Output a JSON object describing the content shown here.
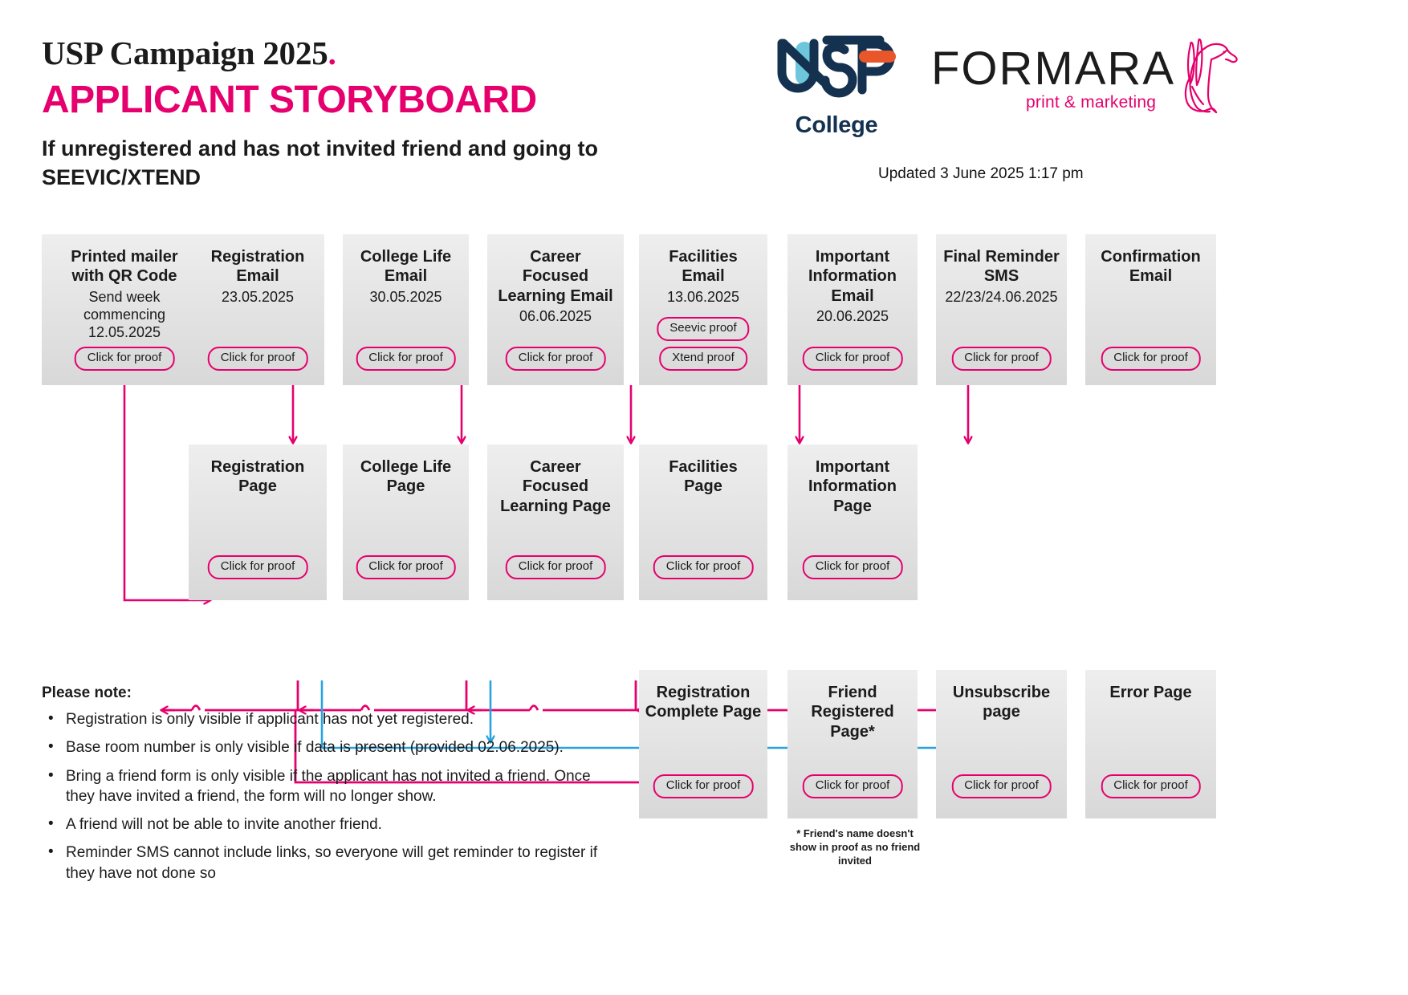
{
  "header": {
    "line1": "USP Campaign 2025",
    "line1_dot": ".",
    "line2": "APPLICANT STORYBOARD",
    "line3": "If unregistered and has not invited friend and going to SEEVIC/XTEND",
    "updated": "Updated 3 June 2025 1:17 pm"
  },
  "logos": {
    "usp": {
      "word": "College",
      "navy": "#14324f",
      "lightblue": "#6ec6dd",
      "orange": "#e8562a"
    },
    "formara": {
      "word": "FORMARA",
      "tagline": "print & marketing",
      "pink": "#e6006e",
      "black": "#1c1c1c"
    }
  },
  "colors": {
    "pink": "#e6006e",
    "blue": "#29a3e0",
    "card_bg": "#e4e4e4",
    "text": "#1b1b1b"
  },
  "row1": [
    {
      "title": "Printed mailer\nwith QR Code",
      "sub": "Send week\ncommencing\n12.05.2025",
      "buttons": [
        "Click for proof"
      ]
    },
    {
      "title": "Registration\nEmail",
      "sub": "23.05.2025",
      "buttons": [
        "Click for proof"
      ]
    },
    {
      "title": "College Life\nEmail",
      "sub": "30.05.2025",
      "buttons": [
        "Click for proof"
      ]
    },
    {
      "title": "Career\nFocused\nLearning Email",
      "sub": "06.06.2025",
      "buttons": [
        "Click for proof"
      ]
    },
    {
      "title": "Facilities\nEmail",
      "sub": "13.06.2025",
      "buttons": [
        "Seevic proof",
        "Xtend proof"
      ]
    },
    {
      "title": "Important\nInformation\nEmail",
      "sub": "20.06.2025",
      "buttons": [
        "Click for proof"
      ]
    },
    {
      "title": "Final Reminder\nSMS",
      "sub": "22/23/24.06.2025",
      "buttons": [
        "Click for proof"
      ]
    },
    {
      "title": "Confirmation\nEmail",
      "sub": "",
      "buttons": [
        "Click for proof"
      ]
    }
  ],
  "row2": [
    {
      "title": "Registration\nPage",
      "sub": "",
      "buttons": [
        "Click for proof"
      ]
    },
    {
      "title": "College Life\nPage",
      "sub": "",
      "buttons": [
        "Click for proof"
      ]
    },
    {
      "title": "Career\nFocused\nLearning Page",
      "sub": "",
      "buttons": [
        "Click for proof"
      ]
    },
    {
      "title": "Facilities\nPage",
      "sub": "",
      "buttons": [
        "Click for proof"
      ]
    },
    {
      "title": "Important\nInformation\nPage",
      "sub": "",
      "buttons": [
        "Click for proof"
      ]
    }
  ],
  "row3": [
    {
      "title": "Registration\nComplete Page",
      "sub": "",
      "buttons": [
        "Click for proof"
      ]
    },
    {
      "title": "Friend\nRegistered\nPage*",
      "sub": "",
      "buttons": [
        "Click for proof"
      ]
    },
    {
      "title": "Unsubscribe\npage",
      "sub": "",
      "buttons": [
        "Click for proof"
      ]
    },
    {
      "title": "Error Page",
      "sub": "",
      "buttons": [
        "Click for proof"
      ]
    }
  ],
  "notes": {
    "title": "Please note:",
    "items": [
      "Registration is only visible if applicant has not yet registered.",
      "Base room number is only visible if data is present (provided 02.06.2025).",
      "Bring a friend form is only visible if the applicant has not invited a friend. Once they have invited a friend, the form will no longer show.",
      "A friend will not be able to invite another friend.",
      "Reminder SMS cannot include links, so everyone will get reminder to register if they have not done so"
    ]
  },
  "footnote": "* Friend's name doesn't show in proof as no friend invited"
}
